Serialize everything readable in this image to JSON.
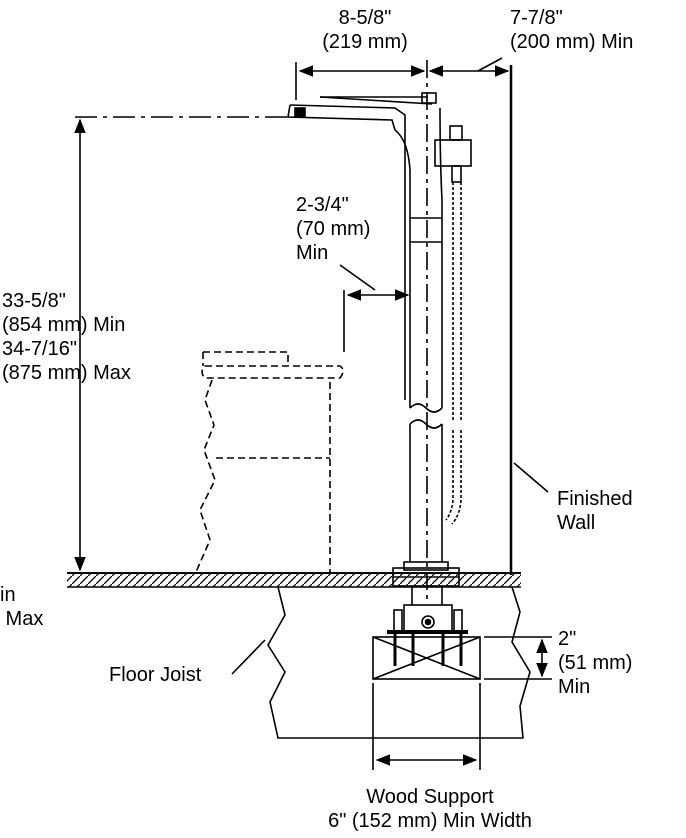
{
  "colors": {
    "ink": "#000000",
    "background": "#ffffff"
  },
  "labels": {
    "spout_reach": [
      "8-5/8\"",
      "(219 mm)"
    ],
    "wall_clearance": [
      "7-7/8\"",
      "(200 mm) Min"
    ],
    "toilet_clearance": [
      "2-3/4\"",
      "(70 mm)",
      "Min"
    ],
    "spout_height": [
      "33-5/8\"",
      "(854 mm) Min",
      "34-7/16\"",
      "(875 mm) Max"
    ],
    "cropped_left": [
      "in",
      " Max"
    ],
    "finished_wall": [
      "Finished",
      "Wall"
    ],
    "floor_joist": "Floor Joist",
    "support_depth": [
      "2\"",
      "(51 mm)",
      "Min"
    ],
    "wood_support": [
      "Wood Support",
      "6\" (152 mm) Min Width"
    ]
  }
}
